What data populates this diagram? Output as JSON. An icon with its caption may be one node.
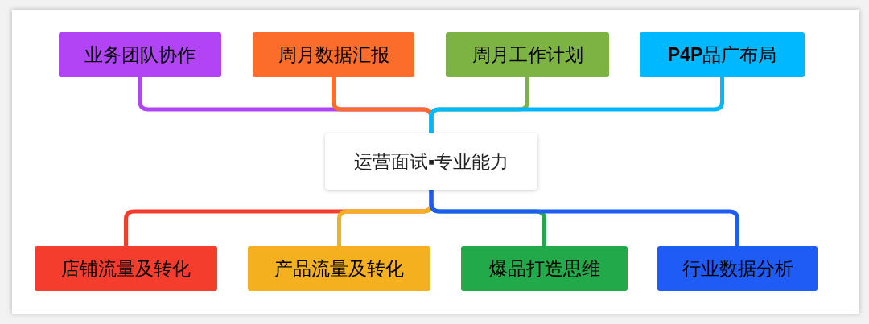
{
  "diagram": {
    "nodes": [
      {
        "text": [
          "运营面试▪专业能力"
        ]
      },
      {
        "text": [
          "业务团队协作"
        ]
      },
      {
        "text": [
          "周月数据汇报"
        ]
      },
      {
        "text": [
          "周月工作计划"
        ]
      },
      {
        "text": [
          "**P4P**品广布局"
        ]
      },
      {
        "text": [
          "店铺流量及转化"
        ]
      },
      {
        "text": [
          "产品流量及转化"
        ]
      },
      {
        "text": [
          "爆品打造思维"
        ]
      },
      {
        "text": [
          "行业数据分析"
        ]
      }
    ],
    "edges": [
      {
        "from": 0,
        "to": 1,
        "arrow": "none",
        "color": "#b145f5"
      },
      {
        "from": 0,
        "to": 2,
        "arrow": "none",
        "color": "#fb6d2a"
      },
      {
        "from": 0,
        "to": 3,
        "arrow": "none",
        "color": "#7cb342"
      },
      {
        "from": 0,
        "to": 4,
        "arrow": "none",
        "color": "#00b8ff"
      },
      {
        "from": 0,
        "to": 5,
        "arrow": "none",
        "color": "#f53d2d"
      },
      {
        "from": 0,
        "to": 6,
        "arrow": "none",
        "color": "#f5b020"
      },
      {
        "from": 0,
        "to": 7,
        "arrow": "none",
        "color": "#22aa4a"
      },
      {
        "from": 0,
        "to": 8,
        "arrow": "none",
        "color": "#1e5cf5"
      }
    ]
  }
}
